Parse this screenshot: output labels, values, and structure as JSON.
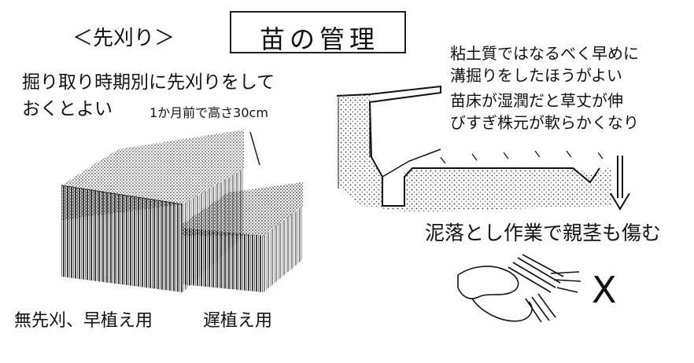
{
  "title": "苗の管理",
  "left": {
    "heading": "＜先刈り＞",
    "advice_line1": "掘り取り時期別に先刈りをして",
    "advice_line2": "おくとよい",
    "height_note": "1か月前で高さ30cm",
    "label_left": "無先刈、早植え用",
    "label_right": "遅植え用"
  },
  "right": {
    "note_line1": "粘土質ではなるべく早めに",
    "note_line2": "溝掘りをしたほうがよい",
    "note_line3": "苗床が湿潤だと草丈が伸",
    "note_line4": "びすぎ株元が軟らかくなり",
    "warning": "泥落とし作業で親茎も傷む",
    "x_mark": "X"
  },
  "colors": {
    "ink": "#111111",
    "background": "#ffffff"
  }
}
